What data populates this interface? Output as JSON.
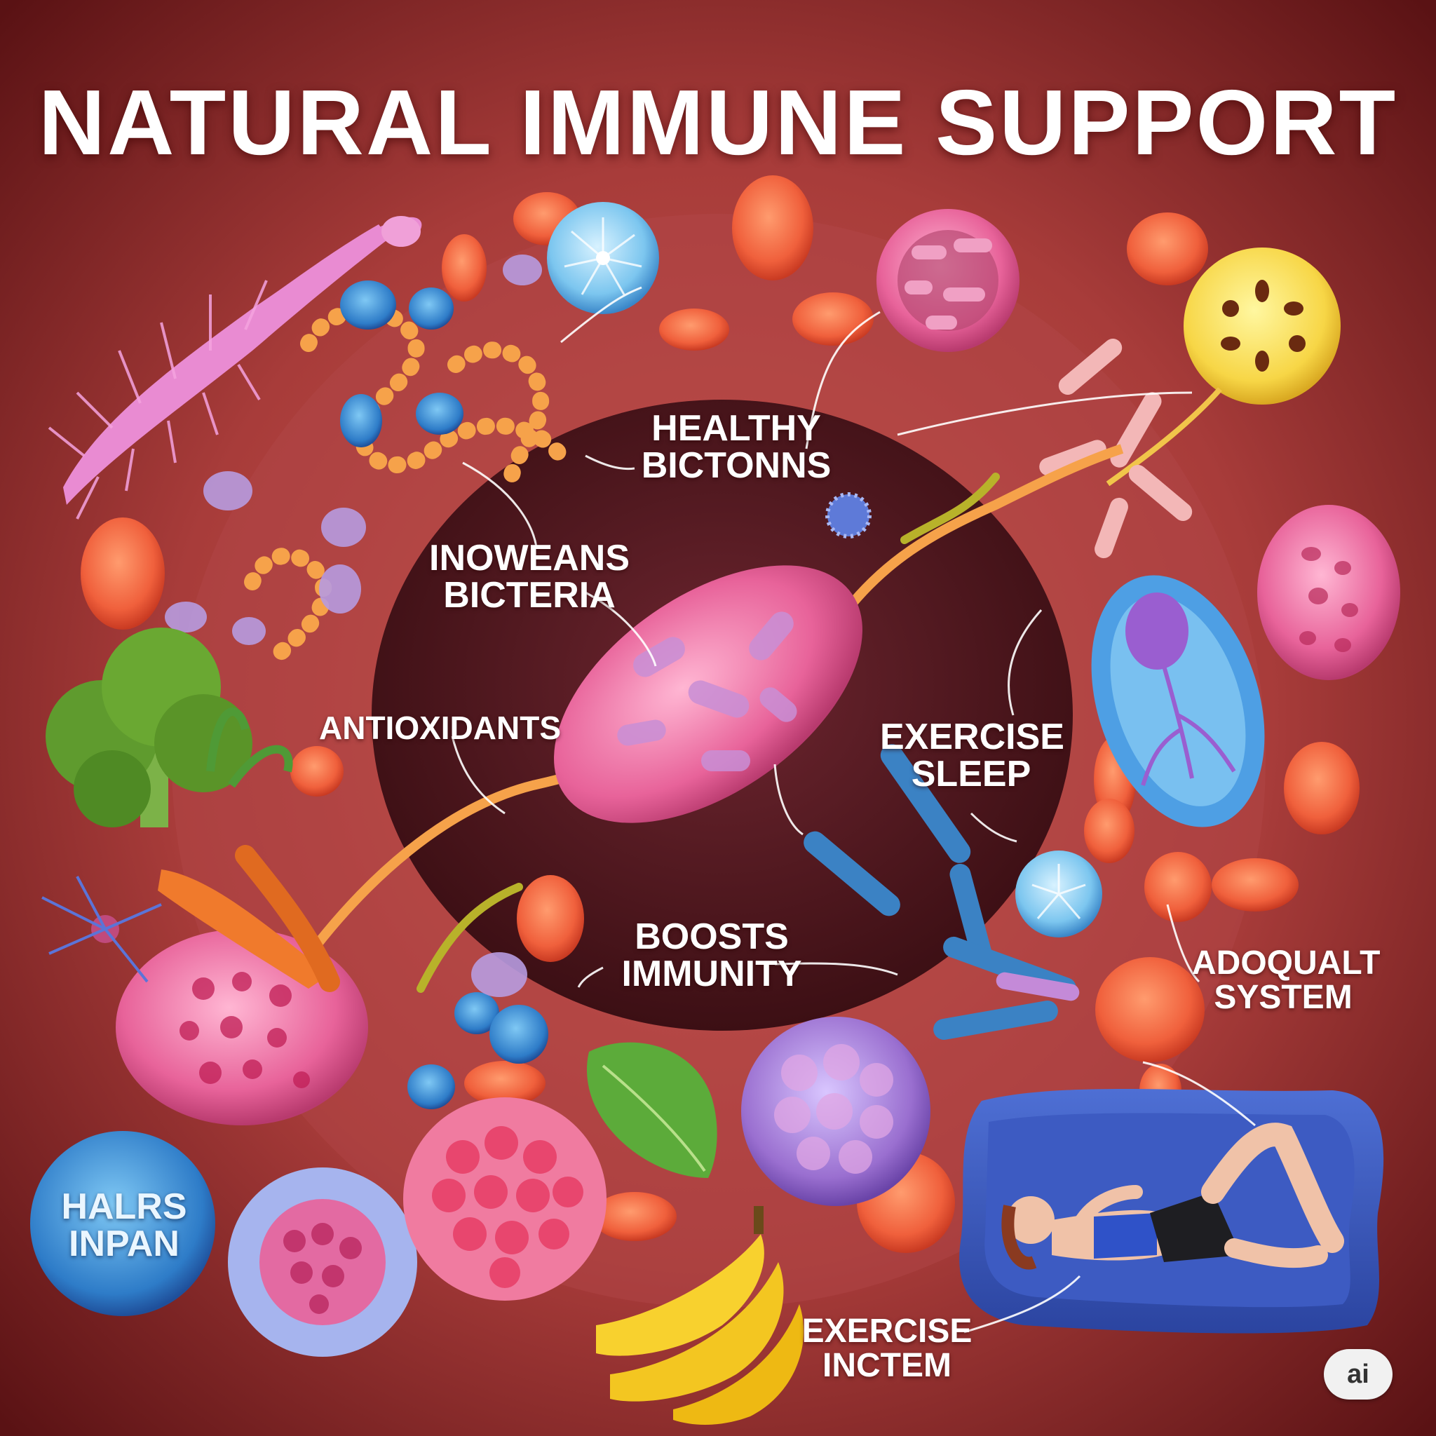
{
  "title": "NATURAL IMMUNE SUPPORT",
  "labels": {
    "healthy": [
      "HEALTHY",
      "BICTONNS"
    ],
    "inoweans": [
      "INOWEANS",
      "BICTERIA"
    ],
    "antioxidants": "ANTIOXIDANTS",
    "exercise_sleep": [
      "EXERCISE",
      "SLEEP"
    ],
    "boosts": [
      "BOOSTS",
      "IMMUNITY"
    ],
    "adoqualt": [
      "ADOQUALT",
      "SYSTEM"
    ],
    "halrs": [
      "HALRS",
      "INPAN"
    ],
    "exercise_inctem": [
      "EXERCISE",
      "INCTEM"
    ]
  },
  "badge": "ai",
  "icons": [
    "broccoli-icon",
    "carrot-icon",
    "leaf-icon",
    "banana-icon",
    "person-resting-icon",
    "blood-cell-icon",
    "bacteria-icon"
  ],
  "colors": {
    "background": "#8e2a2c",
    "inner_circle": "#4a1418",
    "red_cell": "#f0603c",
    "pink_cell": "#e8639a",
    "blue_bacteria": "#3b82c4",
    "purple_cell": "#9a6fd0",
    "mat": "#3a58b8"
  }
}
